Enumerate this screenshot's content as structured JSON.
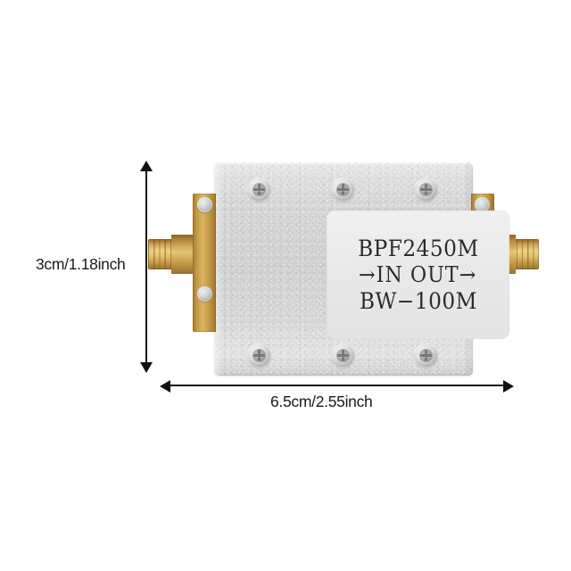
{
  "image": {
    "background_color": "#ffffff",
    "subject": "RF band-pass filter module with SMA connectors"
  },
  "product": {
    "body": {
      "material_finish": "bead-blasted aluminum",
      "color": "#d4d5d6",
      "screw_count_top": 3,
      "screw_count_bottom": 3,
      "screw_type": "phillips-icon"
    },
    "label": {
      "background_color": "#ebebeb",
      "text_color": "#2b2b2b",
      "lines": [
        "BPF2450M",
        "→IN  OUT→",
        "BW−100M"
      ]
    },
    "connectors": [
      {
        "position": "left",
        "type": "sma-connector",
        "color": "#dcb45f",
        "port": "IN"
      },
      {
        "position": "right",
        "type": "sma-connector",
        "color": "#dcb45f",
        "port": "OUT"
      }
    ]
  },
  "dimensions": {
    "height": {
      "label": "3cm/1.18inch",
      "orientation": "vertical",
      "arrow": "double-arrow-icon"
    },
    "width": {
      "label": "6.5cm/2.55inch",
      "orientation": "horizontal",
      "arrow": "double-arrow-icon"
    },
    "line_color": "#111111"
  }
}
